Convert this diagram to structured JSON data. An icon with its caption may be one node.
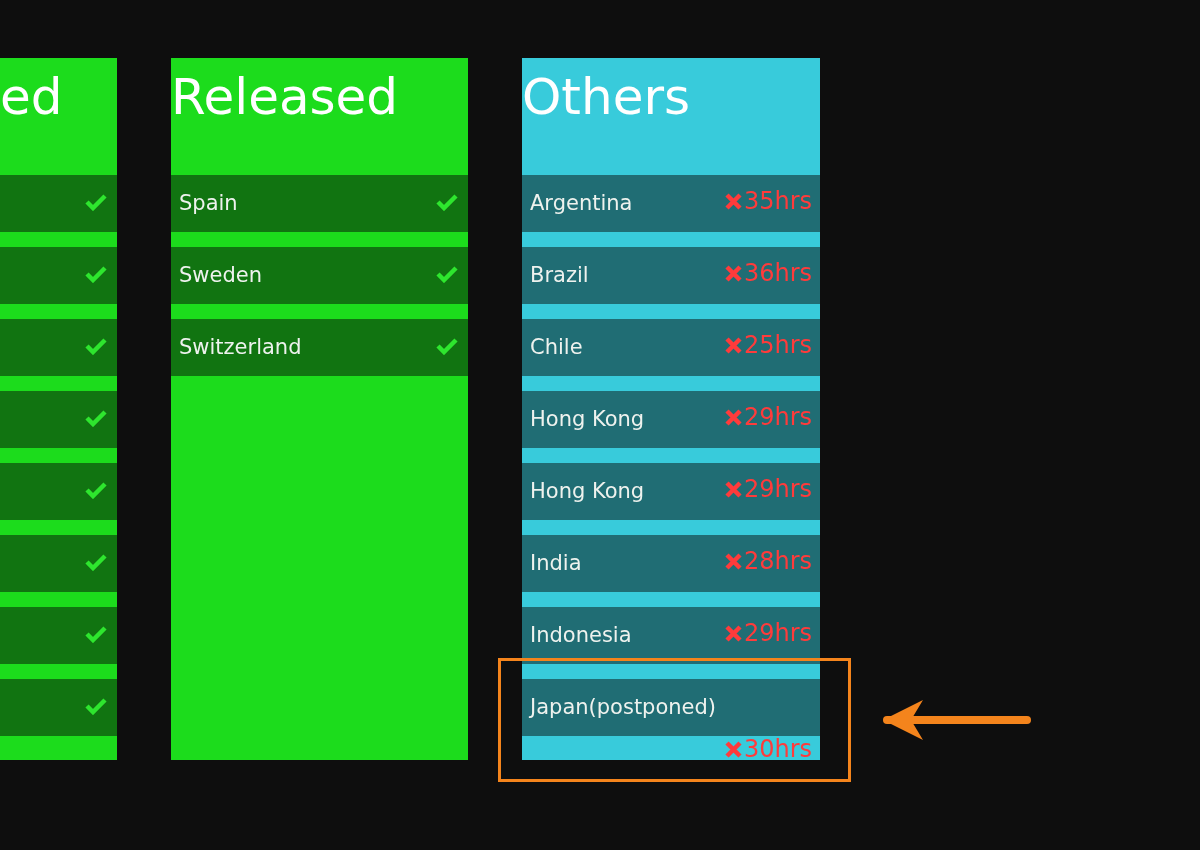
{
  "diagram": {
    "nodes": [
      {
        "text": [
          "ed"
        ]
      },
      {
        "text": [],
        "shape": "box",
        "in": 0
      },
      {
        "text": [],
        "shape": "box",
        "in": 0
      },
      {
        "text": [],
        "shape": "box",
        "in": 0
      },
      {
        "text": [],
        "shape": "box",
        "in": 0
      },
      {
        "text": [],
        "shape": "box",
        "in": 0
      },
      {
        "text": [],
        "shape": "box",
        "in": 0
      },
      {
        "text": [],
        "shape": "box",
        "in": 0
      },
      {
        "text": [],
        "shape": "box",
        "in": 0
      },
      {
        "text": [
          "Released"
        ]
      },
      {
        "text": [
          "Spain"
        ],
        "in": 9
      },
      {
        "text": [
          "Sweden"
        ],
        "in": 9
      },
      {
        "text": [
          "Switzerland"
        ],
        "in": 9
      },
      {
        "text": [
          "Others"
        ]
      },
      {
        "text": [
          "Argentina",
          "35hrs"
        ],
        "in": 13
      },
      {
        "text": [
          "Brazil",
          "36hrs"
        ],
        "in": 13
      },
      {
        "text": [
          "Chile",
          "25hrs"
        ],
        "in": 13
      },
      {
        "text": [
          "Hong Kong",
          "29hrs"
        ],
        "in": 13
      },
      {
        "text": [
          "Hong Kong",
          "29hrs"
        ],
        "in": 13
      },
      {
        "text": [
          "India",
          "28hrs"
        ],
        "in": 13
      },
      {
        "text": [
          "Indonesia",
          "29hrs"
        ],
        "in": 13
      },
      {
        "text": [
          "Japan(postponed)"
        ],
        "beside": [
          "30hrs"
        ]
      },
      {
        "text": [],
        "shape": "box"
      }
    ],
    "edges": [
      {
        "from": null,
        "to": 22,
        "arrow": "to"
      }
    ]
  }
}
